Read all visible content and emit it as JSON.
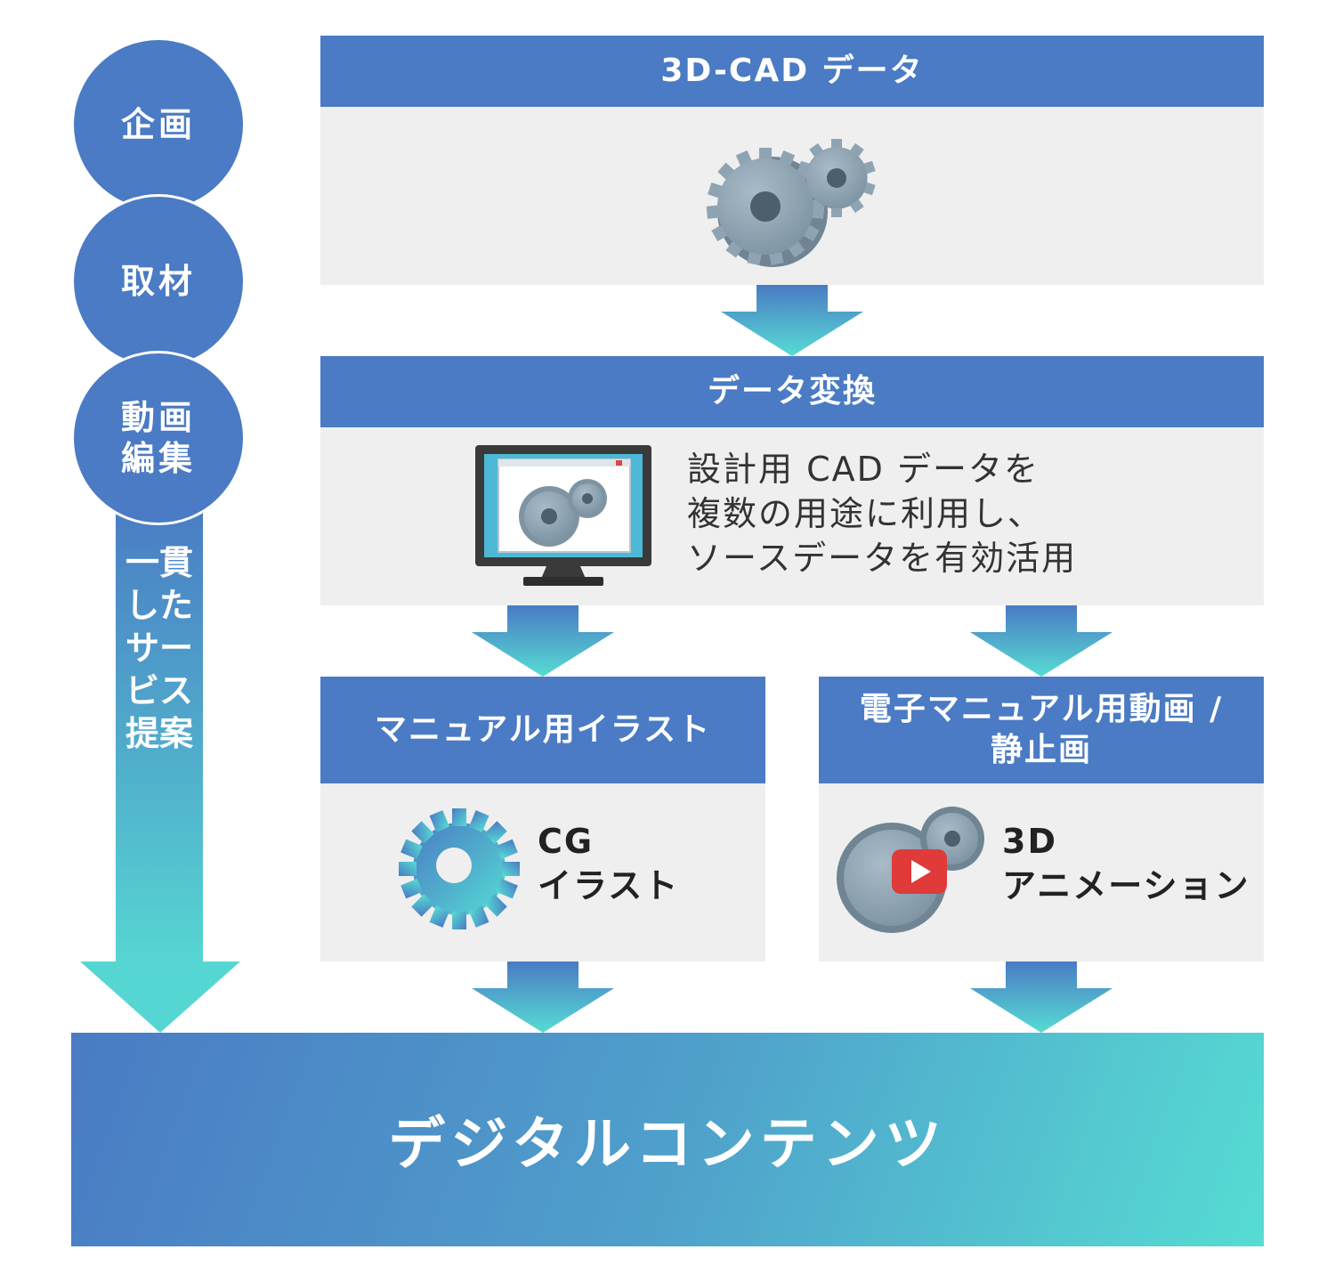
{
  "side": {
    "circles": [
      "企画",
      "取材",
      "動画\n編集"
    ],
    "vertical_label": "一貫したサービス提案"
  },
  "cad": {
    "title": "3D-CAD データ",
    "icon": "gears-icon"
  },
  "convert": {
    "title": "データ変換",
    "description": "設計用 CAD データを\n複数の用途に利用し、\nソースデータを有効活用",
    "icon": "monitor-gears-icon"
  },
  "illust": {
    "title": "マニュアル用イラスト",
    "label": "CG\nイラスト",
    "icon": "gear-icon"
  },
  "video": {
    "title": "電子マニュアル用動画 /\n静止画",
    "label": "3D\nアニメーション",
    "icon": "gears-play-icon"
  },
  "final": {
    "title": "デジタルコンテンツ"
  },
  "colors": {
    "header": "#4a7bc4",
    "panel": "#efefef",
    "gradient_end": "#56d6d2",
    "gear": "#8fa4b2"
  }
}
